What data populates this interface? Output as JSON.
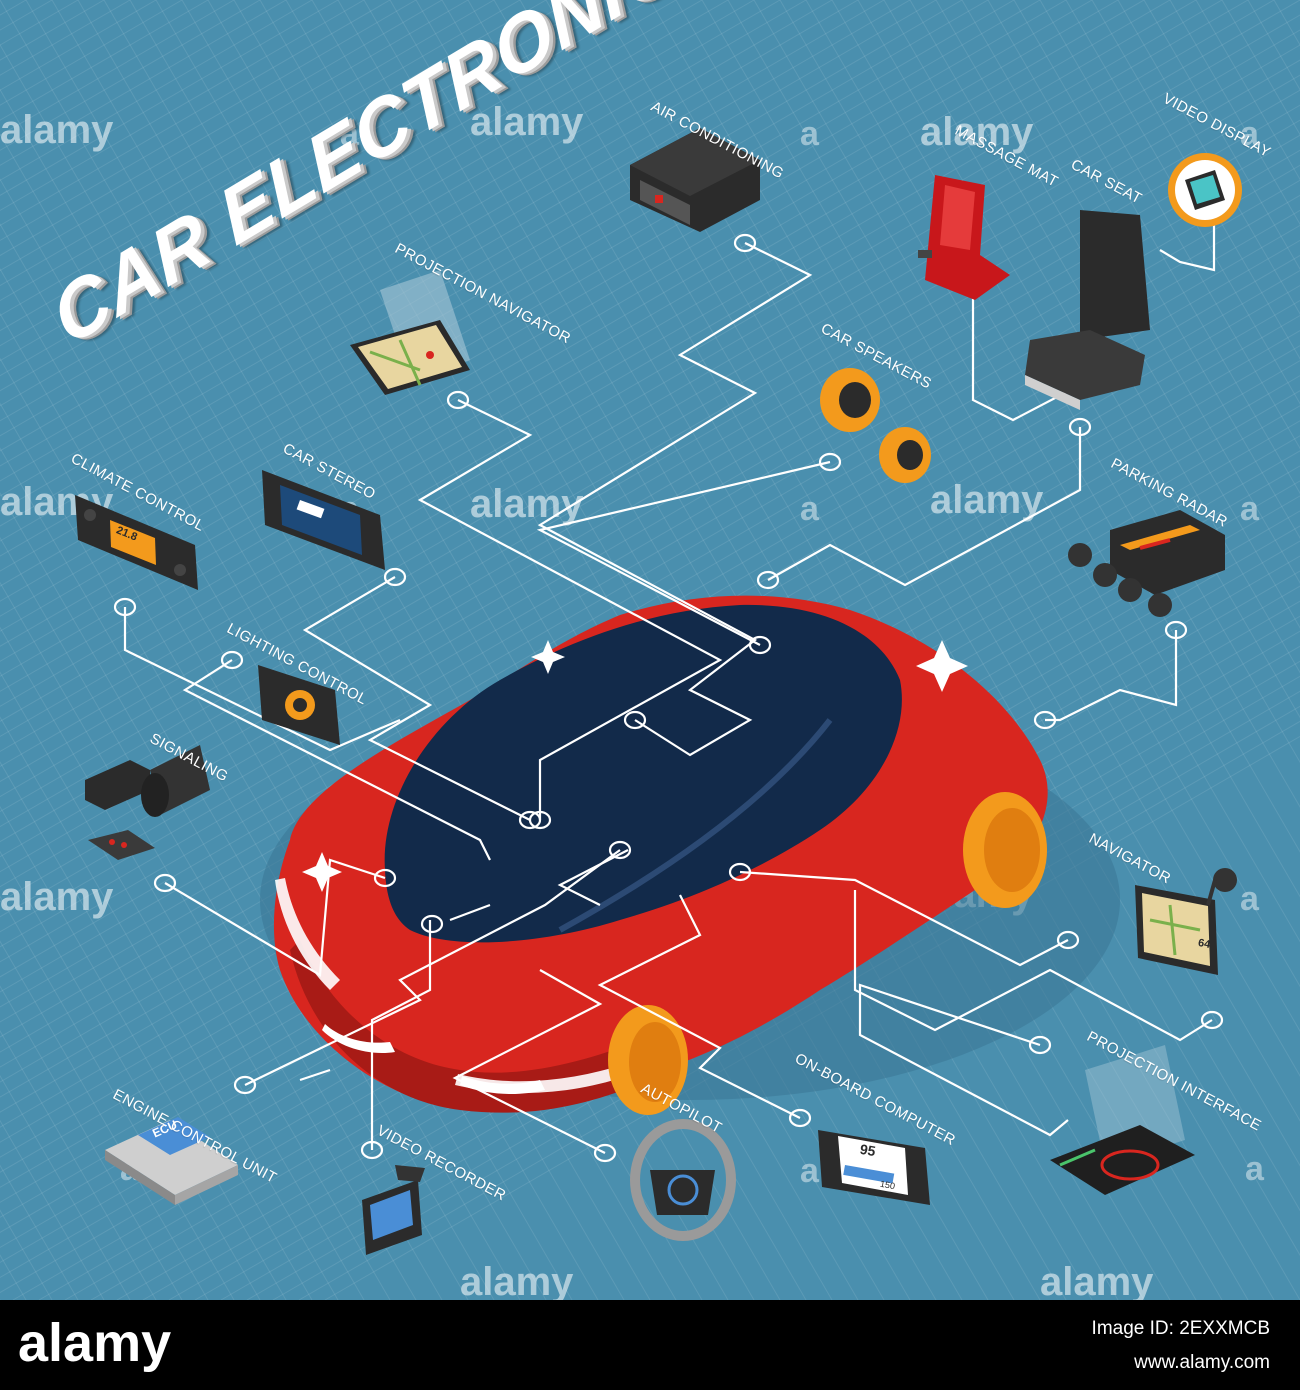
{
  "title": "CAR ELECTRONICS",
  "labels": {
    "air_conditioning": "AIR CONDITIONING",
    "massage_mat": "MASSAGE MAT",
    "car_seat": "CAR SEAT",
    "video_display": "VIDEO DISPLAY",
    "projection_navigator": "PROJECTION NAVIGATOR",
    "car_speakers": "CAR SPEAKERS",
    "car_stereo": "CAR STEREO",
    "climate_control": "CLIMATE CONTROL",
    "parking_radar": "PARKING RADAR",
    "lighting_control": "LIGHTING CONTROL",
    "signaling": "SIGNALING",
    "navigator": "NAVIGATOR",
    "projection_interface": "PROJECTION INTERFACE",
    "on_board_computer": "ON-BOARD COMPUTER",
    "autopilot": "AUTOPILOT",
    "engine_control_unit": "ENGINE CONTROL UNIT",
    "video_recorder": "VIDEO RECORDER"
  },
  "device_text": {
    "ecu": "ECU",
    "onboard_speed": "95",
    "onboard_small": "150",
    "climate_temp": "21.8",
    "navigator_speed": "64"
  },
  "watermark": {
    "text": "alamy",
    "letter": "a"
  },
  "footer": {
    "logo": "alamy",
    "image_id": "Image ID: 2EXXMCB",
    "url": "www.alamy.com"
  },
  "colors": {
    "background": "#4a8fae",
    "car_body": "#d8261f",
    "car_glass": "#122a4a",
    "wheel": "#f39a1c",
    "wire": "#ffffff",
    "footer": "#000000"
  }
}
